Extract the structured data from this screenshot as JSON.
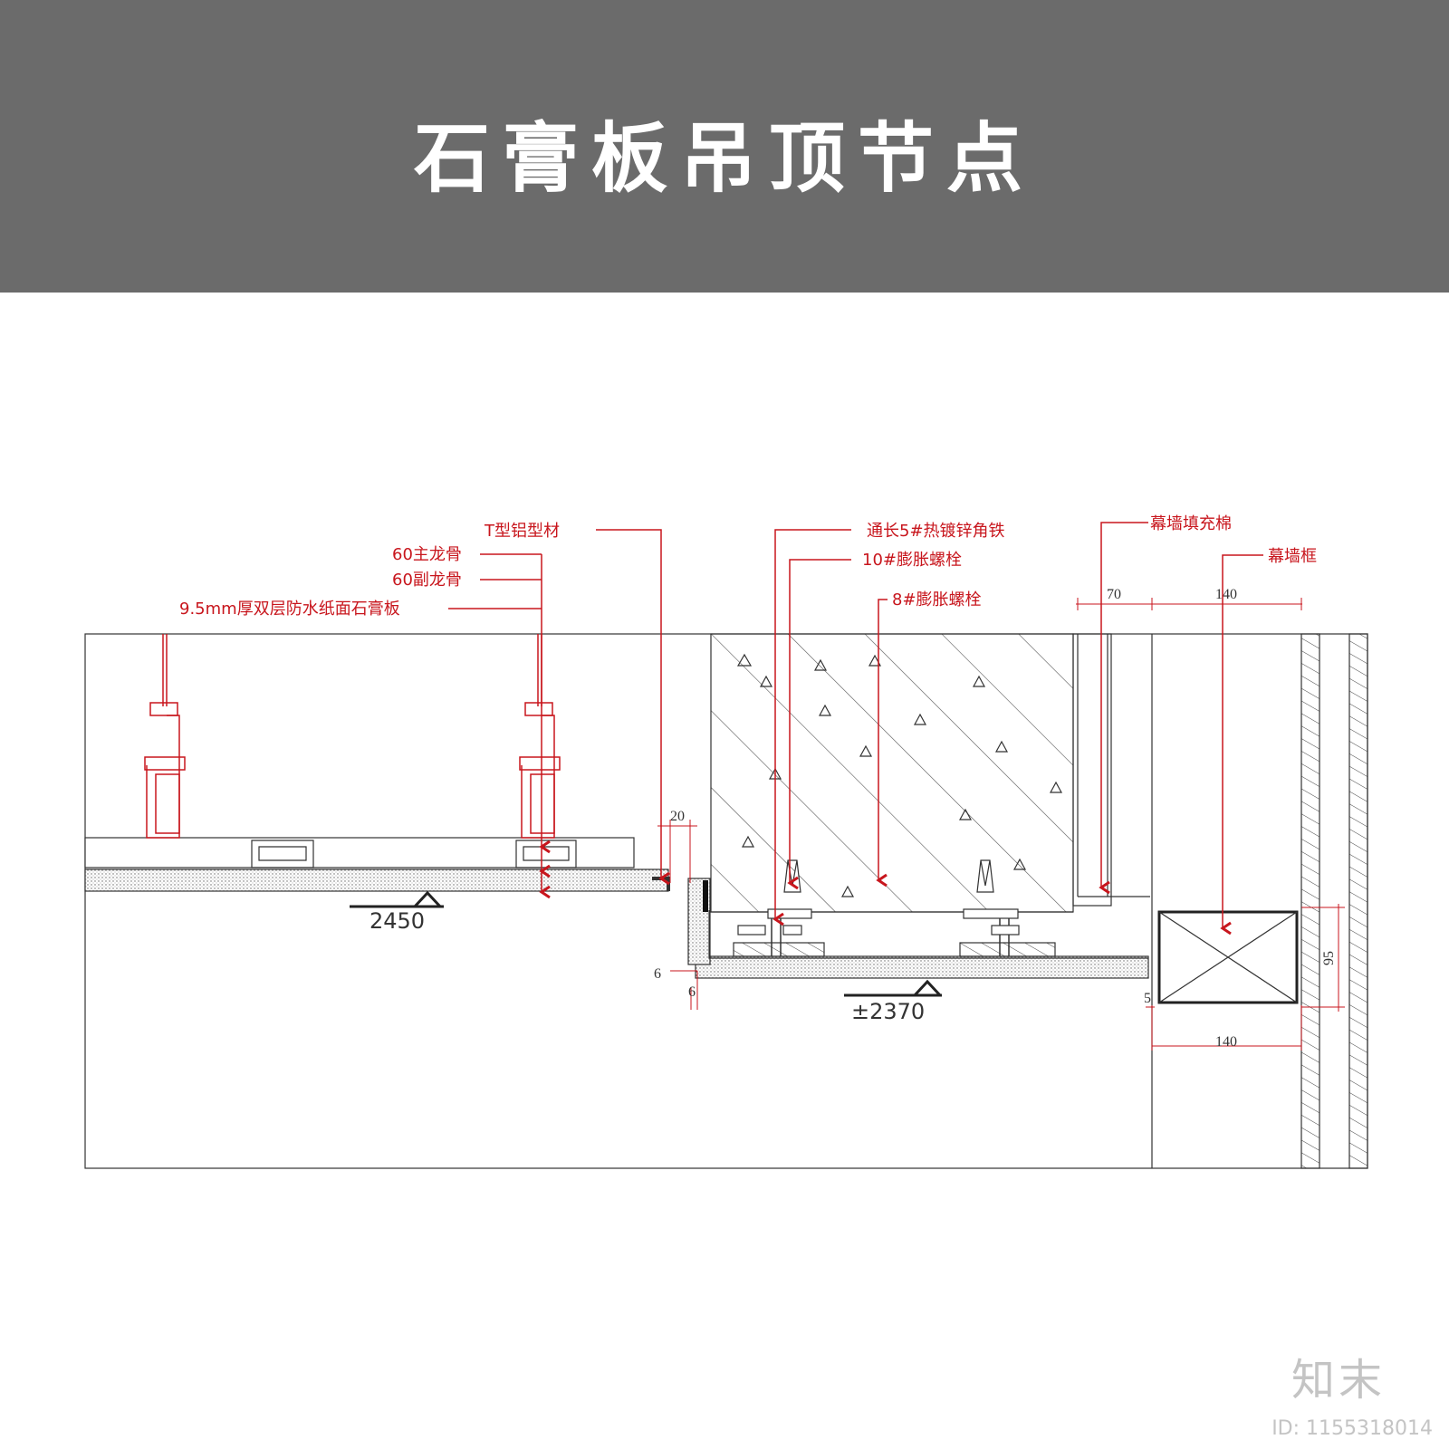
{
  "title": "石膏板吊顶节点",
  "callouts": {
    "t_profile": "T型铝型材",
    "main_keel": "60主龙骨",
    "sub_keel": "60副龙骨",
    "gypsum_board": "9.5mm厚双层防水纸面石膏板",
    "angle_iron": "通长5#热镀锌角铁",
    "bolt_10": "10#膨胀螺栓",
    "bolt_8": "8#膨胀螺栓",
    "curtain_fill": "幕墙填充棉",
    "curtain_frame": "幕墙框"
  },
  "dimensions": {
    "d70": "70",
    "d140_top": "140",
    "d20": "20",
    "d6_v": "6",
    "d6_h": "6",
    "d5": "5",
    "d95": "95",
    "d140_bottom": "140"
  },
  "levels": {
    "ceiling_a": "2450",
    "ceiling_b": "±2370"
  },
  "watermark": {
    "brand_cn": "知末",
    "id": "ID: 1155318014"
  },
  "colors": {
    "header_bg": "#6b6b6b",
    "annotation_red": "#c8161d",
    "line_dark": "#333333"
  }
}
